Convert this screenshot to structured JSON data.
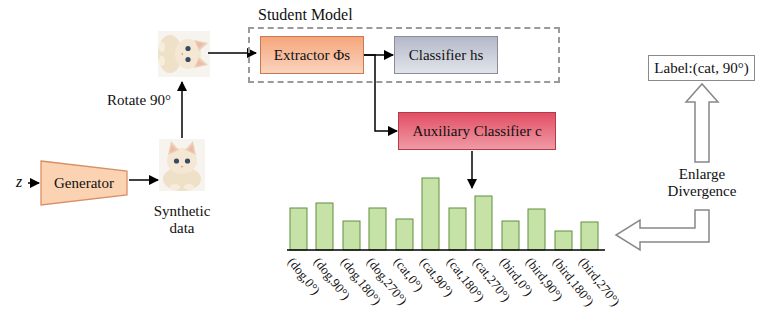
{
  "diagram": {
    "nodes": [
      {
        "text": [
          "Student Model"
        ]
      },
      {
        "text": [
          "Extractor Φs"
        ],
        "in": 0
      },
      {
        "text": [
          "Classifier hs"
        ],
        "in": 0
      },
      {
        "text": [
          "Auxiliary Classifier c"
        ]
      },
      {
        "text": [
          "Generator"
        ]
      },
      {
        "text": [
          "Label:(cat, 90°)"
        ]
      }
    ],
    "edges": [
      {
        "from": 1,
        "to": 2,
        "arrow": "to"
      },
      {
        "from": 1,
        "to": 3,
        "arrow": "to"
      }
    ],
    "labels": [
      "z",
      "Rotate 90°",
      "Synthetic data",
      "Enlarge Divergence",
      "(dog,0°)",
      "(dog,90°)",
      "(dog,180°)",
      "(dog,270°)",
      "(cat,0°)",
      "(cat,90°)",
      "(cat,180°)",
      "(cat,270°)",
      "(bird,0°)",
      "(bird,90°)",
      "(bird,180°)",
      "(bird,270°)"
    ]
  }
}
